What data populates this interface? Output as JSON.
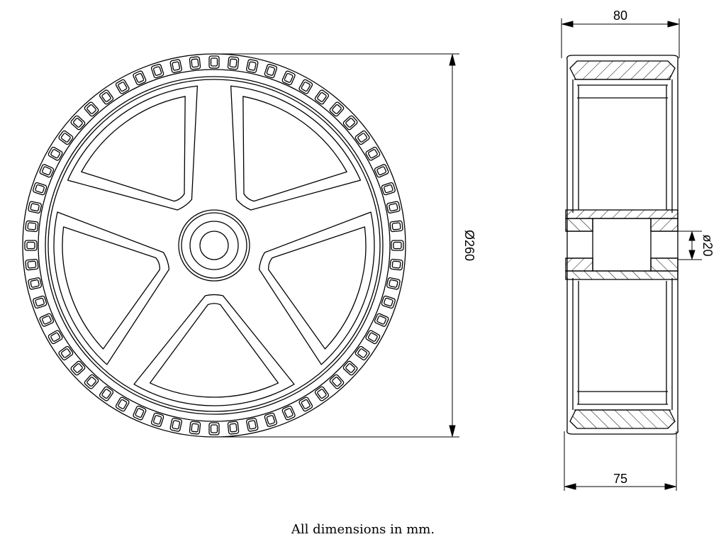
{
  "dimensions": {
    "outer_diameter": "Ø260",
    "side_width_top": "80",
    "side_width_bottom": "75",
    "bore_diameter": "ø20"
  },
  "caption": "All dimensions in mm."
}
